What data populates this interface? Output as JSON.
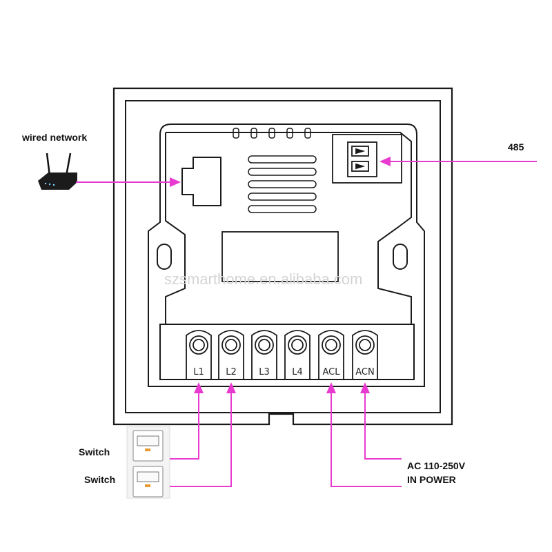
{
  "labels": {
    "wired_network": "wired network",
    "rs485": "485",
    "switch_1": "Switch",
    "switch_2": "Switch",
    "power_line_1": "AC 110-250V",
    "power_line_2": "IN POWER",
    "watermark": "szsmarthome.en.alibaba.com"
  },
  "terminals": [
    "L1",
    "L2",
    "L3",
    "L4",
    "ACL",
    "ACN"
  ],
  "colors": {
    "wire": "#e83ad0",
    "outline": "#1a1a1a",
    "watermark": "#d4d4d4"
  },
  "icons": {
    "router": "router-icon",
    "switch": "wall-switch-icon",
    "ethernet": "rj45-port-icon",
    "connector": "485-connector-icon"
  }
}
